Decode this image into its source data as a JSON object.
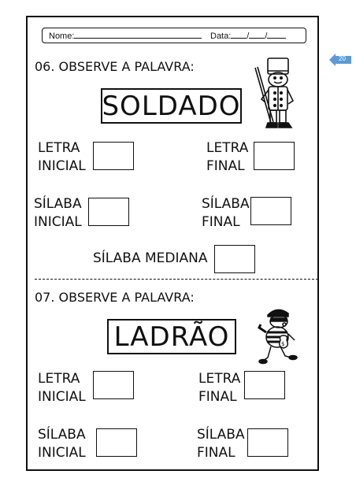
{
  "header": {
    "name_label": "Nome:",
    "date_label": "Data:",
    "date_sep": "/"
  },
  "page_number": "20",
  "exercise_06": {
    "instruction": "06. OBSERVE A PALAVRA:",
    "word": "SOLDADO",
    "letra_inicial": [
      "LETRA",
      "INICIAL"
    ],
    "letra_final": [
      "LETRA",
      "FINAL"
    ],
    "silaba_inicial": [
      "SÍLABA",
      "INICIAL"
    ],
    "silaba_final": [
      "SÍLABA",
      "FINAL"
    ],
    "silaba_mediana": "SÍLABA MEDIANA",
    "illustration": "toy-soldier-icon"
  },
  "exercise_07": {
    "instruction": "07. OBSERVE A PALAVRA:",
    "word": "LADRÃO",
    "letra_inicial": [
      "LETRA",
      "INICIAL"
    ],
    "letra_final": [
      "LETRA",
      "FINAL"
    ],
    "silaba_inicial": [
      "SÍLABA",
      "INICIAL"
    ],
    "silaba_final": [
      "SÍLABA",
      "FINAL"
    ],
    "illustration": "thief-icon"
  },
  "colors": {
    "page_tab": "#5b9bd5",
    "ink": "#111111"
  }
}
